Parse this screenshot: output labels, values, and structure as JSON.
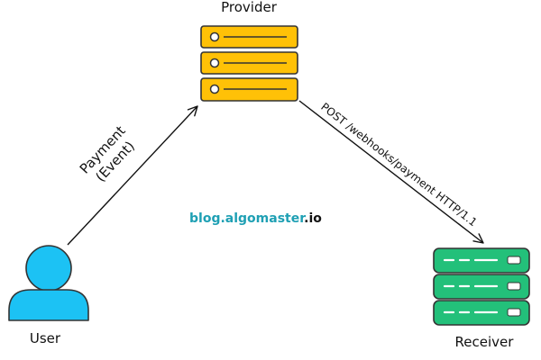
{
  "nodes": {
    "provider": {
      "label": "Provider",
      "color": "#FFC107",
      "icon": "server-icon"
    },
    "user": {
      "label": "User",
      "color": "#1CC2F4",
      "icon": "person-icon"
    },
    "receiver": {
      "label": "Receiver",
      "color": "#23C07A",
      "icon": "server-icon"
    }
  },
  "edges": {
    "payment": {
      "line1": "Payment",
      "line2": "(Event)"
    },
    "webhook": {
      "label": "POST /webhooks/payment HTTP/1.1"
    }
  },
  "watermark": {
    "part1": "blog.",
    "part2": "algomaster",
    "part3": ".io",
    "color1": "#1FA0B4",
    "color2": "#111111"
  }
}
